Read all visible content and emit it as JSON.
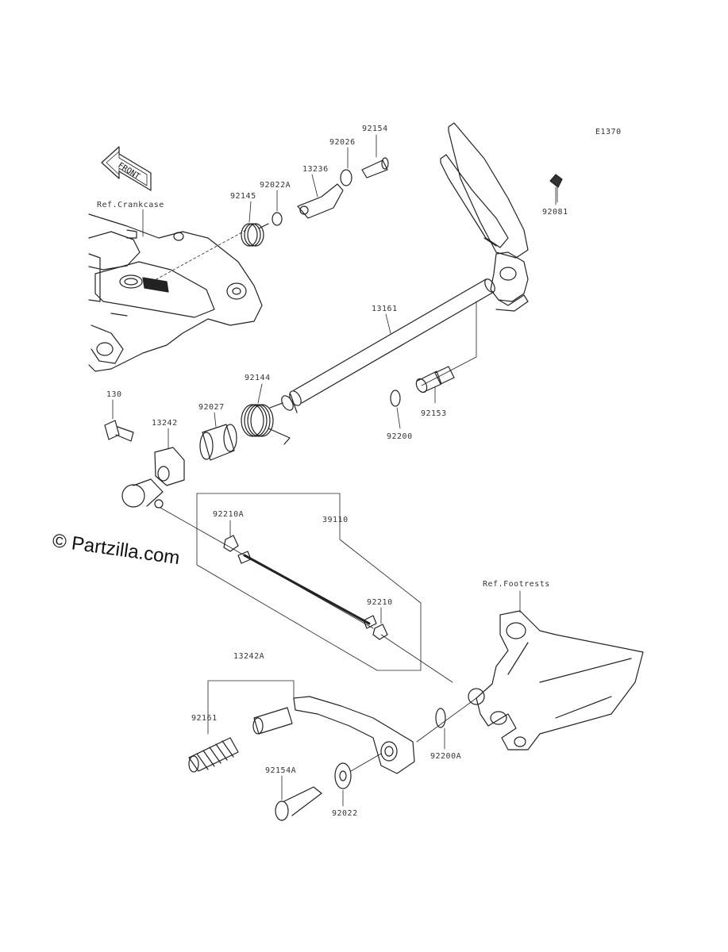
{
  "diagram": {
    "code": "E1370",
    "front_label": "FRONT",
    "watermark": "© Partzilla.com",
    "references": {
      "crankcase": "Ref.Crankcase",
      "footrests": "Ref.Footrests"
    },
    "parts": [
      {
        "id": "p92154",
        "number": "92154"
      },
      {
        "id": "p92026",
        "number": "92026"
      },
      {
        "id": "p13236",
        "number": "13236"
      },
      {
        "id": "p92022A",
        "number": "92022A"
      },
      {
        "id": "p92145",
        "number": "92145"
      },
      {
        "id": "p92081",
        "number": "92081"
      },
      {
        "id": "p13161",
        "number": "13161"
      },
      {
        "id": "p92144",
        "number": "92144"
      },
      {
        "id": "p92027",
        "number": "92027"
      },
      {
        "id": "p130",
        "number": "130"
      },
      {
        "id": "p13242",
        "number": "13242"
      },
      {
        "id": "p92153",
        "number": "92153"
      },
      {
        "id": "p92200",
        "number": "92200"
      },
      {
        "id": "p92210A",
        "number": "92210A"
      },
      {
        "id": "p39110",
        "number": "39110"
      },
      {
        "id": "p92210",
        "number": "92210"
      },
      {
        "id": "p13242A",
        "number": "13242A"
      },
      {
        "id": "p92161",
        "number": "92161"
      },
      {
        "id": "p92154A",
        "number": "92154A"
      },
      {
        "id": "p92022",
        "number": "92022"
      },
      {
        "id": "p92200A",
        "number": "92200A"
      }
    ]
  }
}
